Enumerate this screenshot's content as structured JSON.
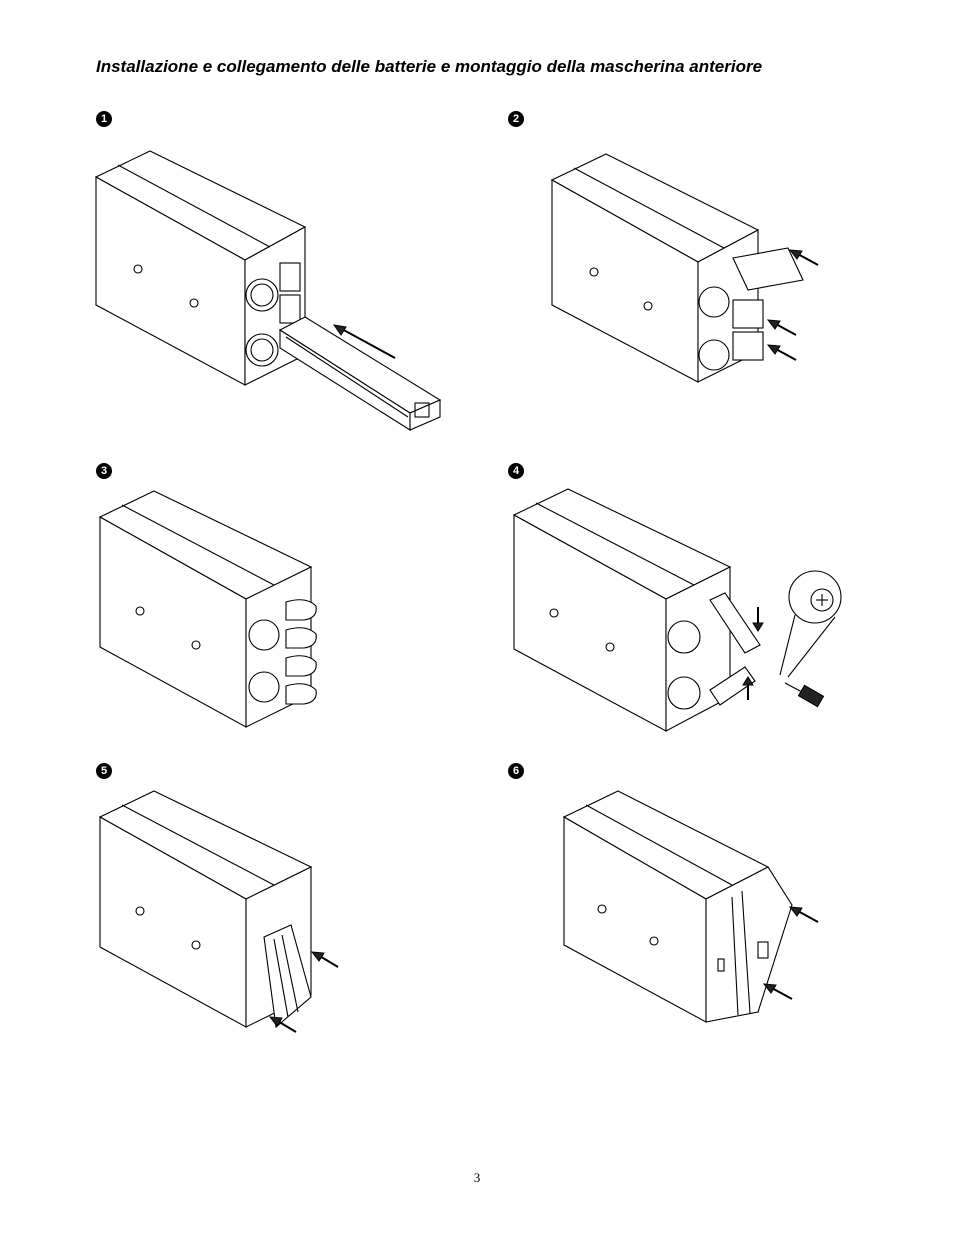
{
  "page": {
    "title": "Installazione e collegamento delle batterie e montaggio della mascherina anteriore",
    "page_number": "3"
  },
  "steps": [
    {
      "marker": "1"
    },
    {
      "marker": "2"
    },
    {
      "marker": "3"
    },
    {
      "marker": "4"
    },
    {
      "marker": "5"
    },
    {
      "marker": "6"
    }
  ]
}
